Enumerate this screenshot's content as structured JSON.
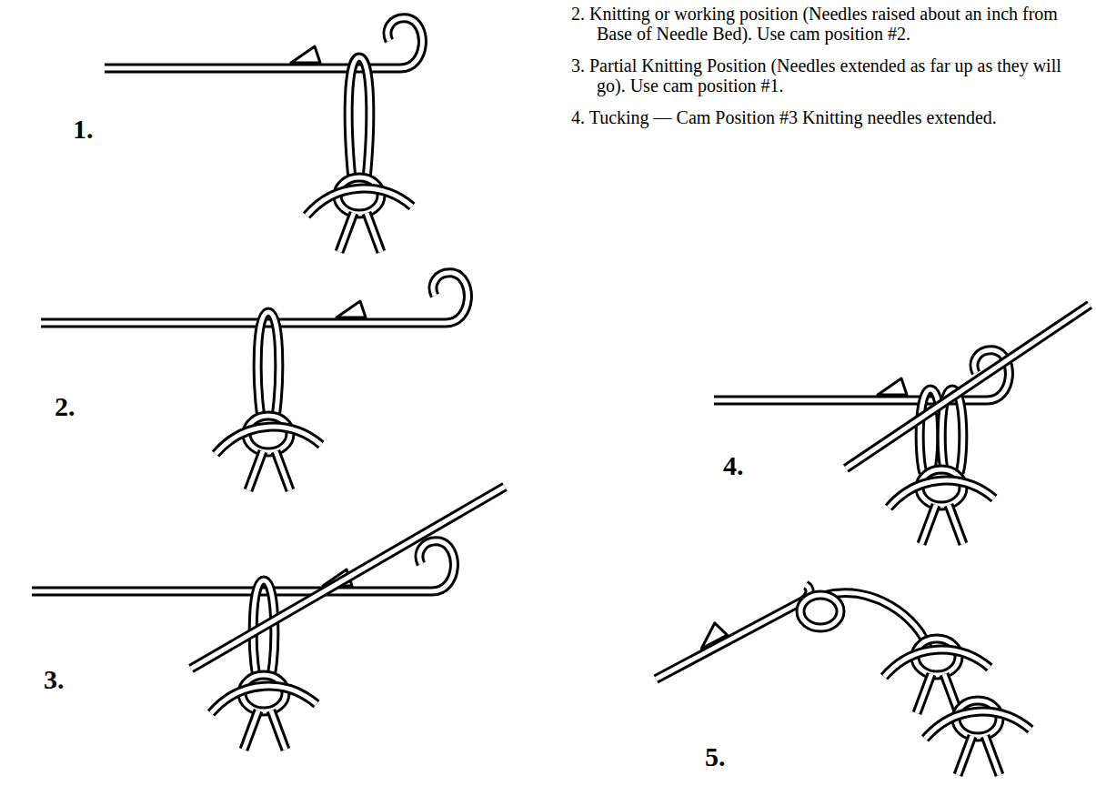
{
  "diagram": {
    "labels": [
      "1.",
      "2.",
      "3.",
      "4.",
      "5.",
      "2. Knitting or working position (Needles raised about an inch from Base of Needle Bed). Use cam position #2.",
      "3. Partial Knitting Position (Needles extended as far up as they will go). Use cam position #1.",
      "4. Tucking — Cam Position #3 Knitting needles extended."
    ]
  }
}
